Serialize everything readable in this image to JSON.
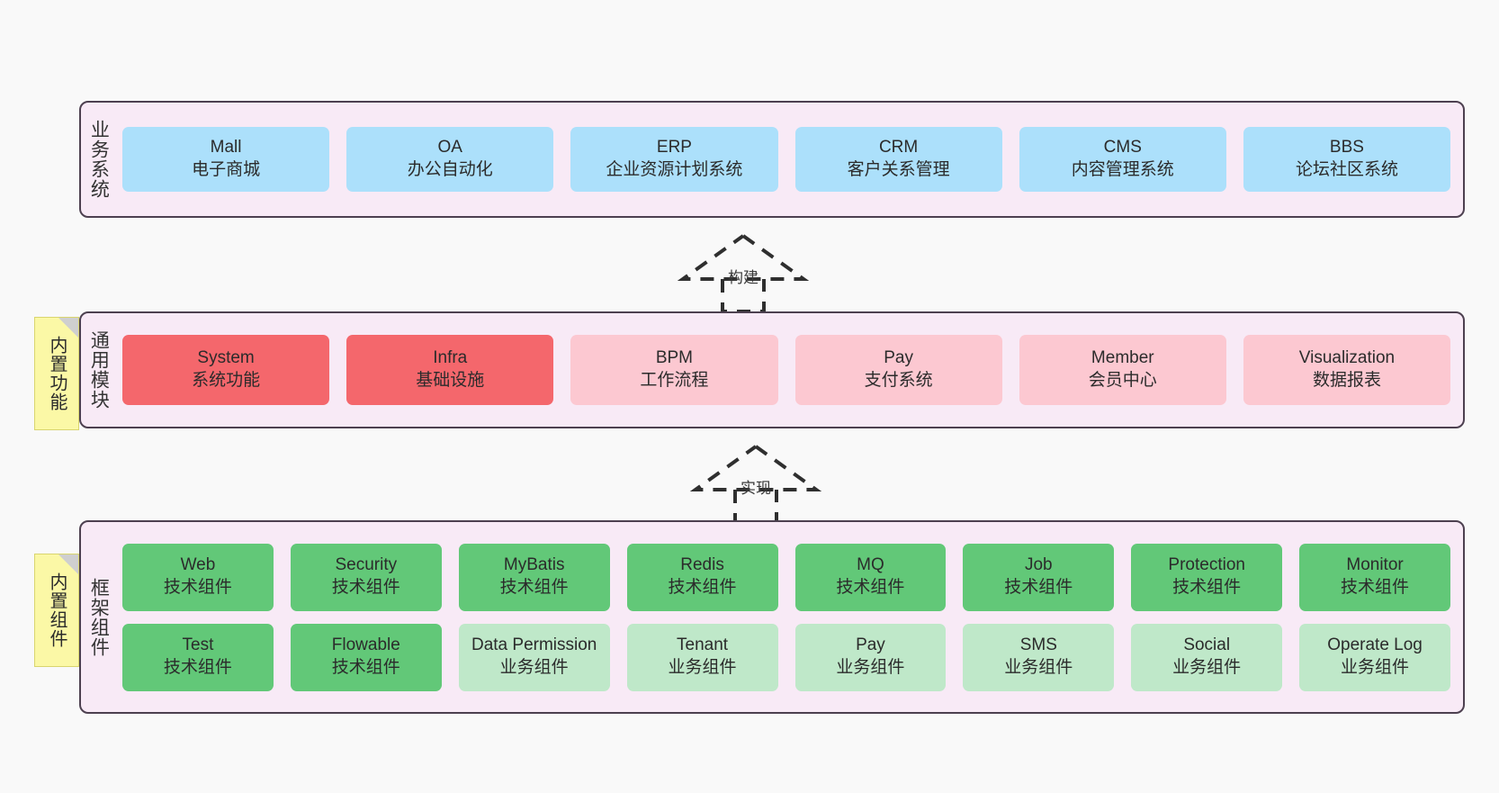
{
  "diagram": {
    "background": "#f9f9f9",
    "border_color": "#4d4050",
    "panel_fill": "#f8eaf6"
  },
  "layers": [
    {
      "title": "业务系统",
      "rows": [
        {
          "cards": [
            {
              "en": "Mall",
              "cn": "电子商城",
              "color": "#ace0fb"
            },
            {
              "en": "OA",
              "cn": "办公自动化",
              "color": "#ace0fb"
            },
            {
              "en": "ERP",
              "cn": "企业资源计划系统",
              "color": "#ace0fb"
            },
            {
              "en": "CRM",
              "cn": "客户关系管理",
              "color": "#ace0fb"
            },
            {
              "en": "CMS",
              "cn": "内容管理系统",
              "color": "#ace0fb"
            },
            {
              "en": "BBS",
              "cn": "论坛社区系统",
              "color": "#ace0fb"
            }
          ]
        }
      ]
    },
    {
      "title": "通用模块",
      "note": "内置功能",
      "rows": [
        {
          "cards": [
            {
              "en": "System",
              "cn": "系统功能",
              "color": "#f4676c"
            },
            {
              "en": "Infra",
              "cn": "基础设施",
              "color": "#f4676c"
            },
            {
              "en": "BPM",
              "cn": "工作流程",
              "color": "#fcc8d1"
            },
            {
              "en": "Pay",
              "cn": "支付系统",
              "color": "#fcc8d1"
            },
            {
              "en": "Member",
              "cn": "会员中心",
              "color": "#fcc8d1"
            },
            {
              "en": "Visualization",
              "cn": "数据报表",
              "color": "#fcc8d1"
            }
          ]
        }
      ]
    },
    {
      "title": "框架组件",
      "note": "内置组件",
      "rows": [
        {
          "cards": [
            {
              "en": "Web",
              "cn": "技术组件",
              "color": "#62c878"
            },
            {
              "en": "Security",
              "cn": "技术组件",
              "color": "#62c878"
            },
            {
              "en": "MyBatis",
              "cn": "技术组件",
              "color": "#62c878"
            },
            {
              "en": "Redis",
              "cn": "技术组件",
              "color": "#62c878"
            },
            {
              "en": "MQ",
              "cn": "技术组件",
              "color": "#62c878"
            },
            {
              "en": "Job",
              "cn": "技术组件",
              "color": "#62c878"
            },
            {
              "en": "Protection",
              "cn": "技术组件",
              "color": "#62c878"
            },
            {
              "en": "Monitor",
              "cn": "技术组件",
              "color": "#62c878"
            }
          ]
        },
        {
          "cards": [
            {
              "en": "Test",
              "cn": "技术组件",
              "color": "#62c878"
            },
            {
              "en": "Flowable",
              "cn": "技术组件",
              "color": "#62c878"
            },
            {
              "en": "Data Permission",
              "cn": "业务组件",
              "color": "#bfe8c9",
              "wrap": true
            },
            {
              "en": "Tenant",
              "cn": "业务组件",
              "color": "#bfe8c9"
            },
            {
              "en": "Pay",
              "cn": "业务组件",
              "color": "#bfe8c9"
            },
            {
              "en": "SMS",
              "cn": "业务组件",
              "color": "#bfe8c9"
            },
            {
              "en": "Social",
              "cn": "业务组件",
              "color": "#bfe8c9"
            },
            {
              "en": "Operate Log",
              "cn": "业务组件",
              "color": "#bfe8c9"
            }
          ]
        }
      ]
    }
  ],
  "arrows": [
    {
      "label": "构建"
    },
    {
      "label": "实现"
    }
  ]
}
